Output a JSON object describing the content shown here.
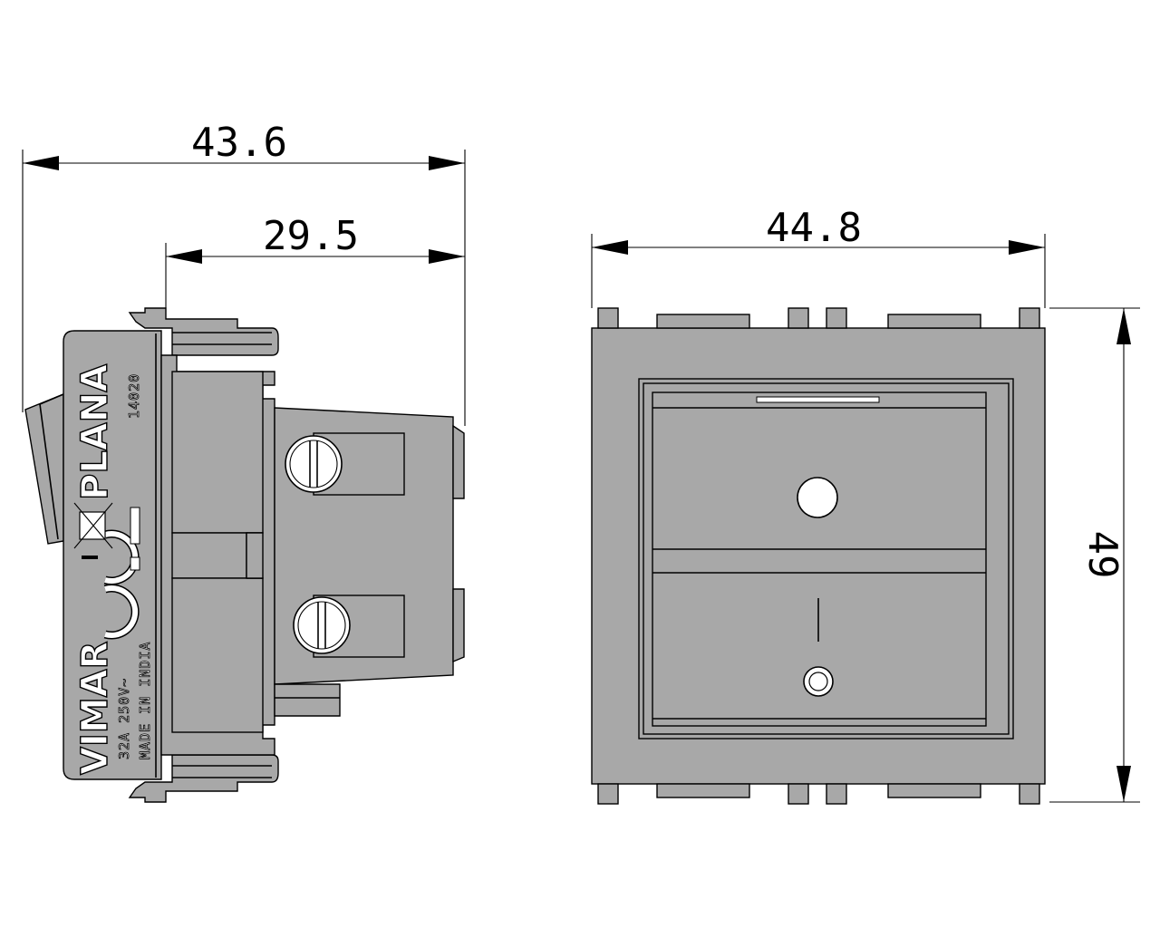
{
  "dimensions": {
    "side_total_depth": "43.6",
    "side_body_depth": "29.5",
    "front_width": "44.8",
    "front_height": "49"
  },
  "side_markings": {
    "brand": "VIMAR",
    "series": "PLANA",
    "rating": "32A 250V~",
    "origin": "MADE IN INDIA",
    "code": "14020"
  },
  "colors": {
    "line": "#000000",
    "fill": "#a8a8a8",
    "background": "#ffffff"
  }
}
